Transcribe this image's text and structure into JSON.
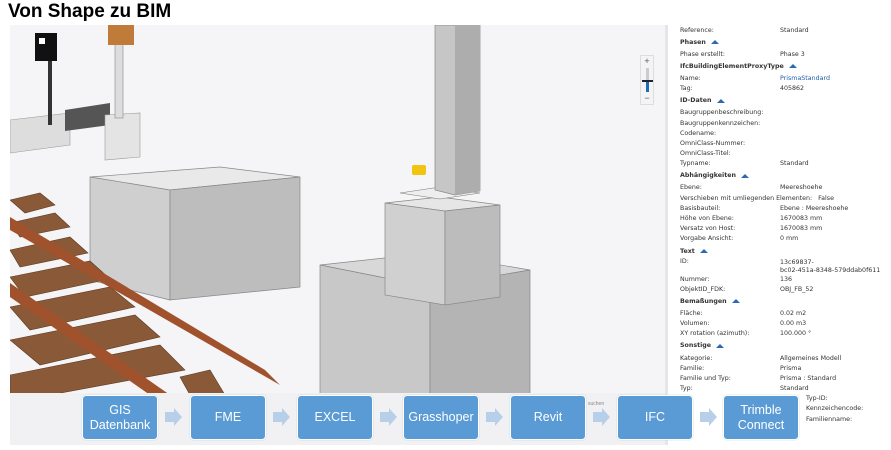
{
  "title": "Von Shape zu BIM",
  "zoom_control": {
    "plus": "+",
    "minus": "−",
    "level": 0.45
  },
  "properties": [
    {
      "type": "row",
      "k": "Reference:",
      "v": "Standard"
    },
    {
      "type": "hdr",
      "label": "Phasen"
    },
    {
      "type": "row",
      "k": "Phase erstellt:",
      "v": "Phase 3"
    },
    {
      "type": "hdr",
      "label": "IfcBuildingElementProxyType"
    },
    {
      "type": "row",
      "k": "Name:",
      "v": "PrismaStandard",
      "link": true
    },
    {
      "type": "row",
      "k": "Tag:",
      "v": "405862"
    },
    {
      "type": "hdr",
      "label": "ID-Daten"
    },
    {
      "type": "row",
      "k": "Baugruppenbeschreibung:",
      "v": ""
    },
    {
      "type": "row",
      "k": "Baugruppenkennzeichen:",
      "v": ""
    },
    {
      "type": "row",
      "k": "Codename:",
      "v": ""
    },
    {
      "type": "row",
      "k": "OmniClass-Nummer:",
      "v": ""
    },
    {
      "type": "row",
      "k": "OmniClass-Titel:",
      "v": ""
    },
    {
      "type": "row",
      "k": "Typname:",
      "v": "Standard"
    },
    {
      "type": "hdr",
      "label": "Abhängigkeiten"
    },
    {
      "type": "row",
      "k": "Ebene:",
      "v": "Meereshoehe"
    },
    {
      "type": "row",
      "k": "Verschieben mit umliegenden Elementen:",
      "v": "False",
      "wide": true
    },
    {
      "type": "row",
      "k": "Basisbauteil:",
      "v": "Ebene : Meereshoehe"
    },
    {
      "type": "row",
      "k": "Höhe von Ebene:",
      "v": "1670083 mm"
    },
    {
      "type": "row",
      "k": "Versatz von Host:",
      "v": "1670083 mm"
    },
    {
      "type": "row",
      "k": "Vorgabe  Ansicht:",
      "v": "0 mm"
    },
    {
      "type": "hdr",
      "label": "Text"
    },
    {
      "type": "row",
      "k": "ID:",
      "v": "13c69837-\nbc02-451a-8348-579ddab0f611",
      "tall": true
    },
    {
      "type": "row",
      "k": "Nummer:",
      "v": "136"
    },
    {
      "type": "row",
      "k": "ObjektID_FDK:",
      "v": "OBJ_FB_52"
    },
    {
      "type": "hdr",
      "label": "Bemaßungen"
    },
    {
      "type": "row",
      "k": "Fläche:",
      "v": "0.02 m2"
    },
    {
      "type": "row",
      "k": "Volumen:",
      "v": "0.00 m3"
    },
    {
      "type": "row",
      "k": "XY rotation (azimuth):",
      "v": "100.000 °"
    },
    {
      "type": "hdr",
      "label": "Sonstige"
    },
    {
      "type": "row",
      "k": "Kategorie:",
      "v": "Allgemeines Modell"
    },
    {
      "type": "row",
      "k": "Familie:",
      "v": "Prisma"
    },
    {
      "type": "row",
      "k": "Familie und Typ:",
      "v": "Prisma : Standard"
    },
    {
      "type": "row",
      "k": "Typ:",
      "v": "Standard"
    },
    {
      "type": "row",
      "k": "Typ-ID:",
      "v": ""
    },
    {
      "type": "row",
      "k": "Kennzeichencode:",
      "v": ""
    },
    {
      "type": "row",
      "k": "Familienname:",
      "v": ""
    }
  ],
  "workflow": {
    "steps": [
      "GIS\nDatenbank",
      "FME",
      "EXCEL",
      "Grasshoper",
      "Revit",
      "IFC",
      "Trimble\nConnect"
    ],
    "hidden_label": "suchen"
  },
  "colors": {
    "step": "#5b9bd5",
    "arrow": "#b8cfe9",
    "accent": "#1f5fa8"
  }
}
